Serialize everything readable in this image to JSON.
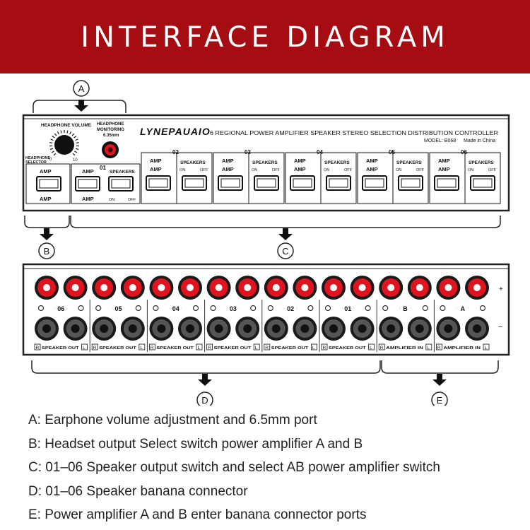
{
  "header": {
    "title": "INTERFACE DIAGRAM"
  },
  "front_panel": {
    "brand": "LYNEPAUAIO",
    "description": "6 REGIONAL POWER AMPLIFIER SPEAKER STEREO SELECTION DISTRIBUTION CONTROLLER",
    "model": "MODEL: B068",
    "made_in": "Made in China",
    "headphone_volume_label": "HEADPHONE  VOLUME",
    "headphone_monitoring_label": [
      "HEADPHONE",
      "MONITORING",
      "6.35mm"
    ],
    "headphone_selector_label": [
      "HEADPHONE",
      "SELECTOR"
    ],
    "amp_a": "AMP",
    "amp_b": "AMP",
    "speakers_label": "SPEAKERS",
    "on_label": "ON",
    "off_label": "OFF",
    "zones": [
      "01",
      "02",
      "03",
      "04",
      "05",
      "06"
    ],
    "dial_numbers": [
      "0",
      "10"
    ]
  },
  "rear_panel": {
    "groups": [
      "06",
      "05",
      "04",
      "03",
      "02",
      "01",
      "B",
      "A"
    ],
    "group_labels": [
      "SPEAKER OUT",
      "SPEAKER OUT",
      "SPEAKER OUT",
      "SPEAKER OUT",
      "SPEAKER OUT",
      "SPEAKER OUT",
      "AMPLIFIER IN",
      "AMPLIFIER IN"
    ],
    "r_label": "R",
    "l_label": "L",
    "plus": "+",
    "minus": "−"
  },
  "callouts": {
    "a": "A",
    "b": "B",
    "c": "C",
    "d": "D",
    "e": "E"
  },
  "legend": [
    "A: Earphone volume adjustment and 6.5mm port",
    "B: Headset output Select switch power amplifier A and B",
    "C: 01–06 Speaker output switch and select AB power amplifier switch",
    "D: 01–06 Speaker banana connector",
    "E: Power amplifier A and B enter banana connector ports"
  ],
  "colors": {
    "header_bg": "#a50d12",
    "binding_post_red": "#e0141e",
    "panel_stroke": "#222222"
  }
}
